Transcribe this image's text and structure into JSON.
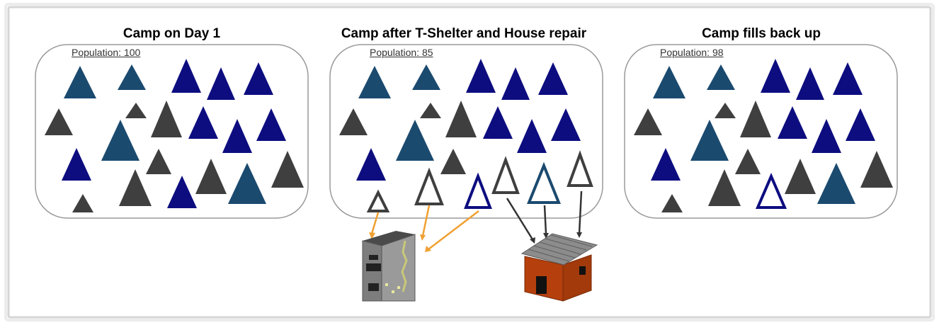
{
  "panels": [
    {
      "title": "Camp on Day 1",
      "population_label": "Population: 100"
    },
    {
      "title": "Camp after T-Shelter and House repair",
      "population_label": "Population: 85"
    },
    {
      "title": "Camp fills back up",
      "population_label": "Population: 98"
    }
  ],
  "colors": {
    "navy": "#0d0d80",
    "teal": "#1b4a6f",
    "gray": "#3f3f3f",
    "frame_shadow": "#c8c8c8",
    "arrow_orange": "#f0a030",
    "arrow_dark": "#333333",
    "house_wall": "#b5400d",
    "house_roof": "#8c8c8c",
    "tshelter_body": "#808080",
    "tshelter_top": "#4a4a4a"
  },
  "icons": [
    "tent-triangle-icon",
    "t-shelter-icon",
    "repaired-house-icon"
  ]
}
